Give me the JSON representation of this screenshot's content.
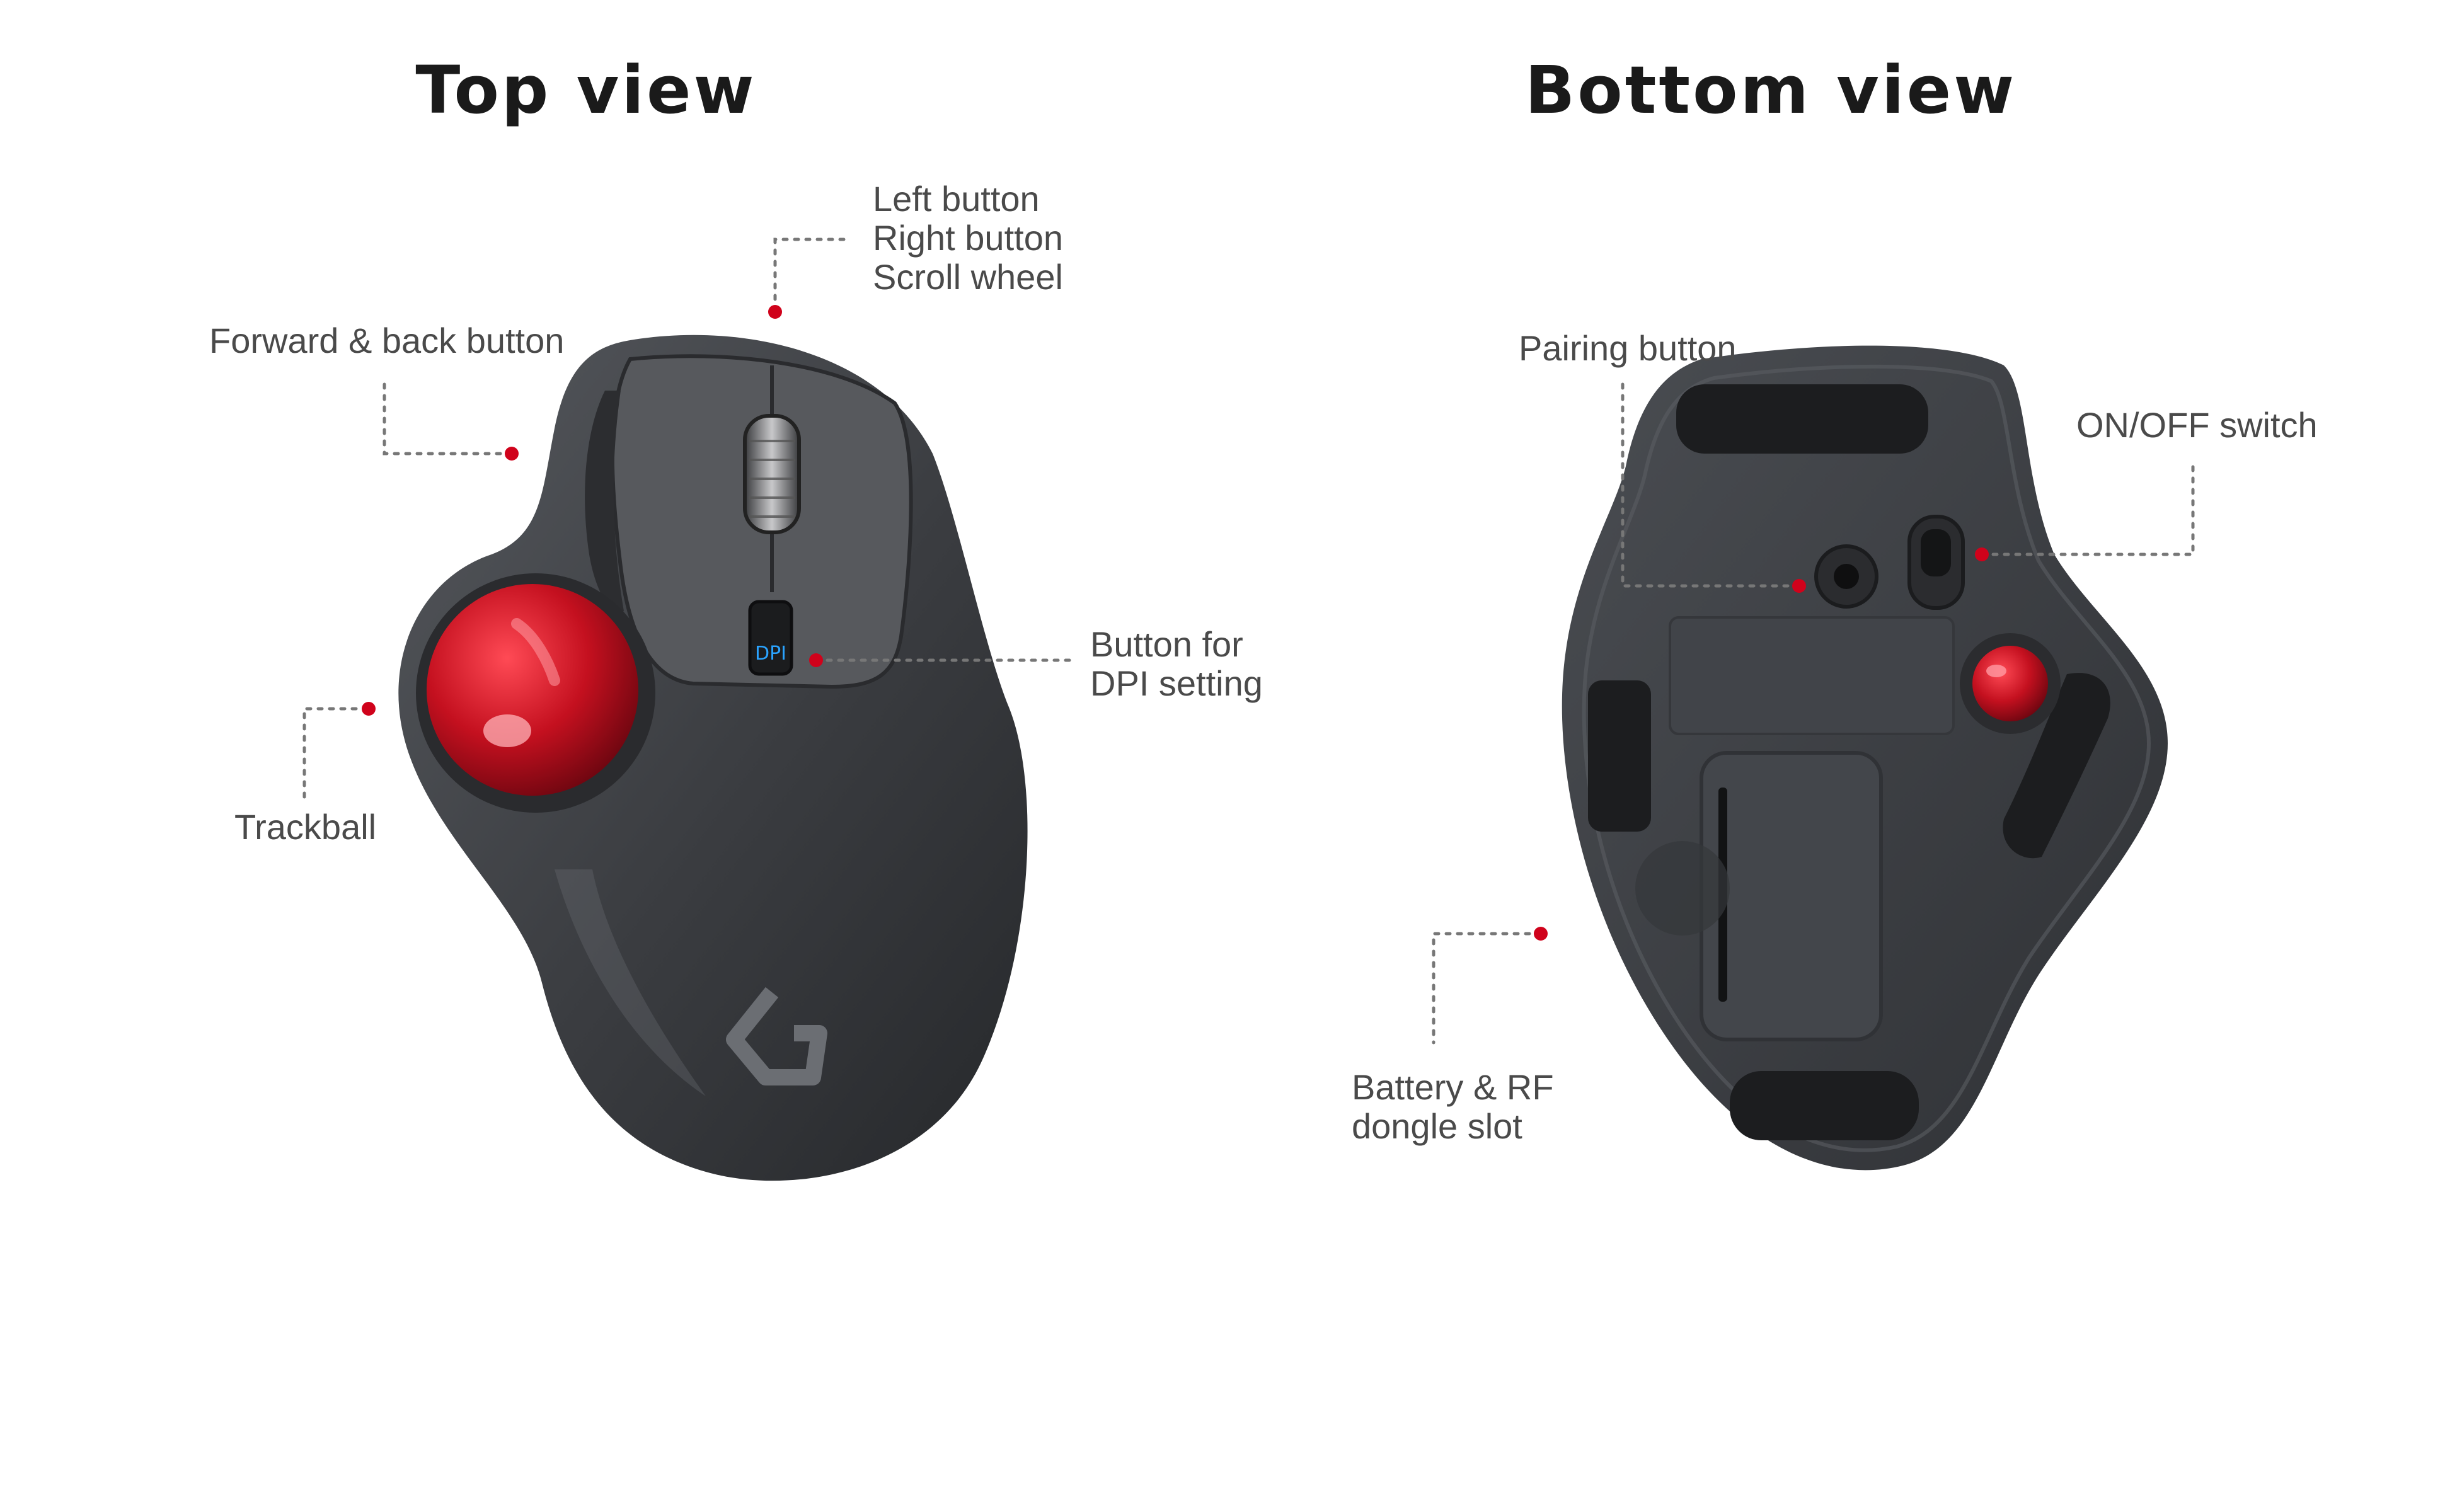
{
  "titles": {
    "top": "Top view",
    "bottom": "Bottom view"
  },
  "callouts": {
    "buttons": [
      "Left button",
      "Right button",
      "Scroll wheel"
    ],
    "forward_back": "Forward & back button",
    "trackball": "Trackball",
    "dpi": [
      "Button for",
      "DPI setting"
    ],
    "pairing": "Pairing button",
    "on_off": "ON/OFF switch",
    "battery": [
      "Battery & RF",
      "dongle  slot"
    ]
  },
  "device_text": {
    "dpi_key": "DPI"
  },
  "colors": {
    "body": "#3c3e42",
    "accent_dot": "#d0021b",
    "trackball": "#c8102e",
    "dpi_glow": "#2aa3ff",
    "leader": "#777777"
  }
}
